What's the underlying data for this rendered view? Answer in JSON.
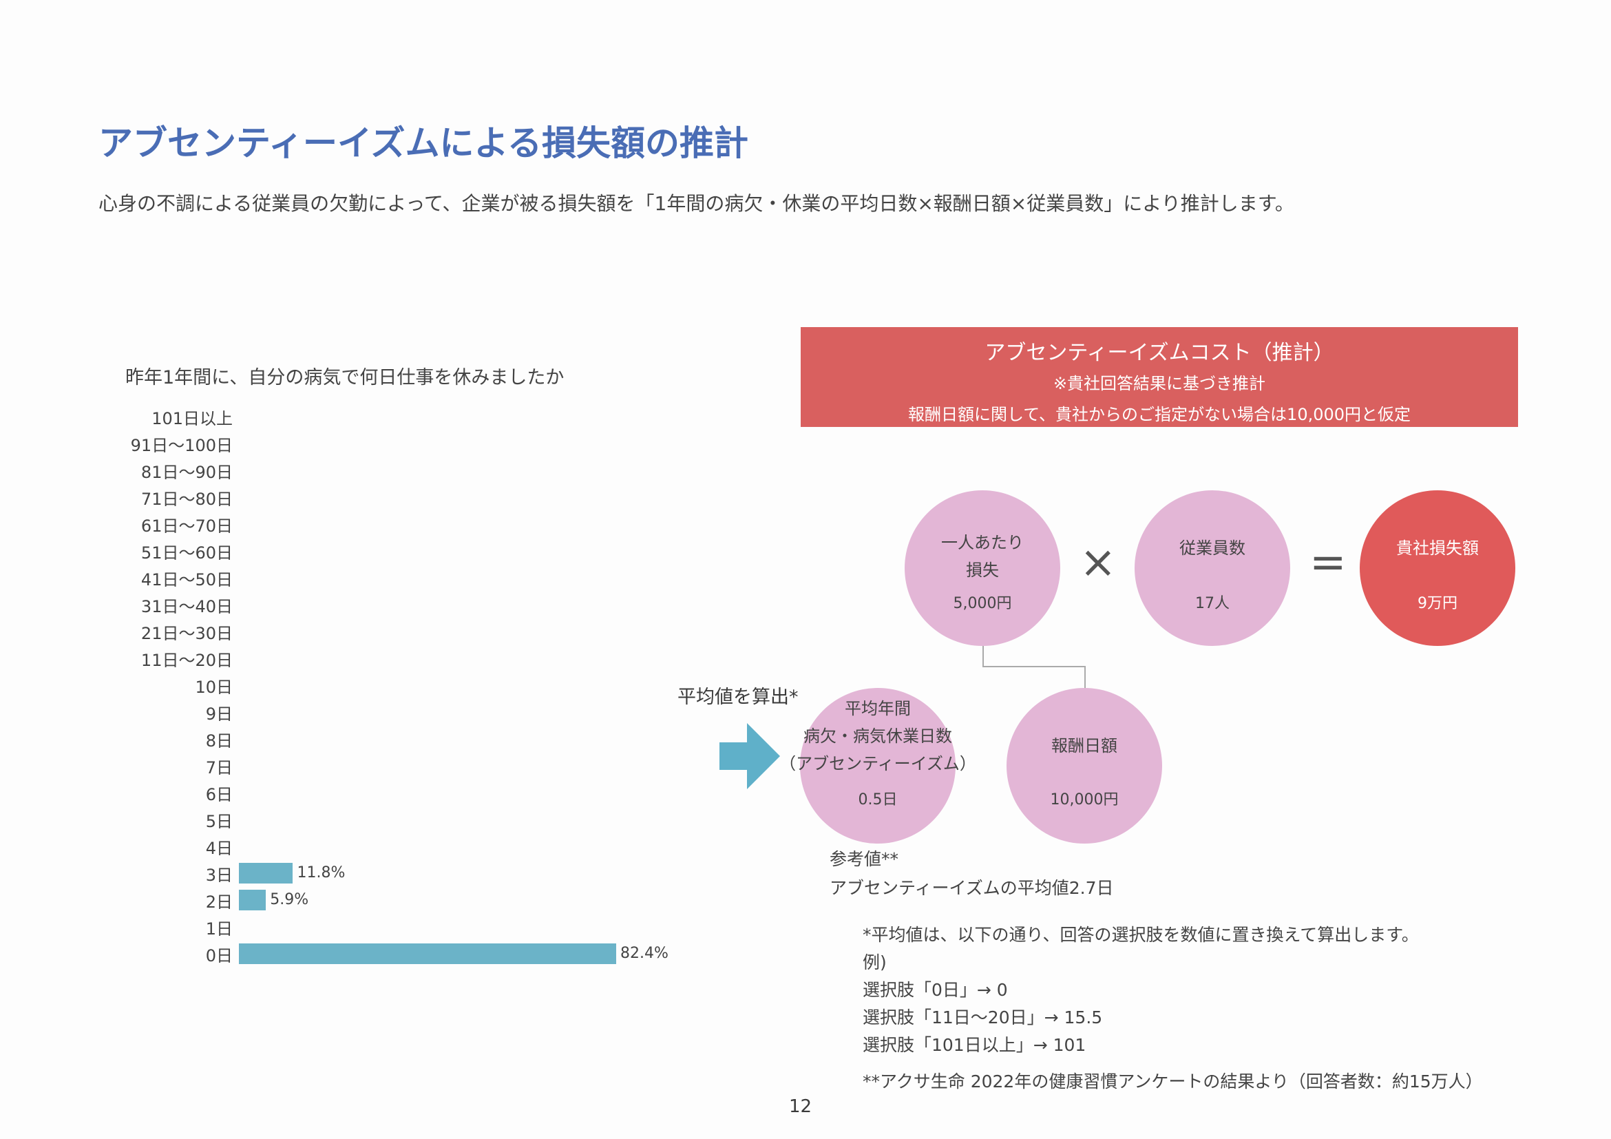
{
  "title": "アブセンティーイズムによる損失額の推計",
  "subtitle": "心身の不調による従業員の欠勤によって、企業が被る損失額を「1年間の病欠・休業の平均日数×報酬日額×従業員数」により推計します。",
  "chart_data": {
    "type": "bar",
    "orientation": "horizontal",
    "title": "昨年1年間に、自分の病気で何日仕事を休みましたか",
    "categories": [
      "101日以上",
      "91日～100日",
      "81日～90日",
      "71日～80日",
      "61日～70日",
      "51日～60日",
      "41日～50日",
      "31日～40日",
      "21日～30日",
      "11日～20日",
      "10日",
      "9日",
      "8日",
      "7日",
      "6日",
      "5日",
      "4日",
      "3日",
      "2日",
      "1日",
      "0日"
    ],
    "values": [
      0,
      0,
      0,
      0,
      0,
      0,
      0,
      0,
      0,
      0,
      0,
      0,
      0,
      0,
      0,
      0,
      0,
      11.8,
      5.9,
      0,
      82.4
    ],
    "labels": [
      "",
      "",
      "",
      "",
      "",
      "",
      "",
      "",
      "",
      "",
      "",
      "",
      "",
      "",
      "",
      "",
      "",
      "11.8%",
      "5.9%",
      "",
      "82.4%"
    ],
    "bar_color": "#6bb3c8"
  },
  "banner": {
    "title": "アブセンティーイズムコスト（推計）",
    "note1": "※貴社回答結果に基づき推計",
    "note2": "報酬日額に関して、貴社からのご指定がない場合は10,000円と仮定",
    "color": "#d9605f"
  },
  "formula": {
    "per_person": {
      "label1": "一人あたり",
      "label2": "損失",
      "value": "5,000円"
    },
    "times": "×",
    "employees": {
      "label": "従業員数",
      "value": "17人"
    },
    "equals": "=",
    "total": {
      "label": "貴社損失額",
      "value": "9万円"
    },
    "avg_days": {
      "label1": "平均年間",
      "label2": "病欠・病気休業日数",
      "label3": "（アブセンティーイズム）",
      "value": "0.5日"
    },
    "daily_pay": {
      "label": "報酬日額",
      "value": "10,000円"
    },
    "calc_label": "平均値を算出*"
  },
  "reference": {
    "label": "参考値**",
    "text": "アブセンティーイズムの平均値2.7日"
  },
  "footnotes": [
    "*平均値は、以下の通り、回答の選択肢を数値に置き換えて算出します。",
    "例)",
    "選択肢「0日」→ 0",
    "選択肢「11日～20日」→ 15.5",
    "選択肢「101日以上」→ 101"
  ],
  "source": "**アクサ生命 2022年の健康習慣アンケートの結果より（回答者数：約15万人）",
  "page_number": "12"
}
